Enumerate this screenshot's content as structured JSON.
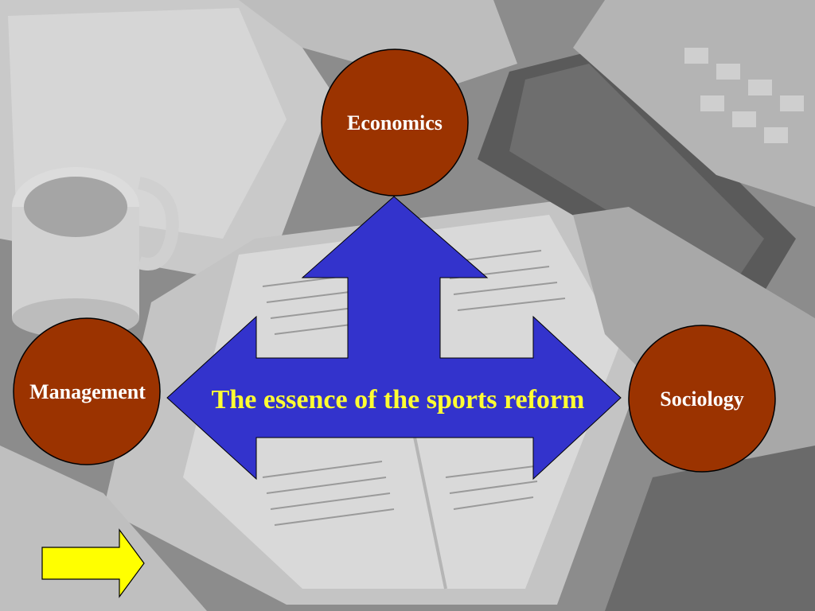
{
  "diagram": {
    "center_label": "The essence of the sports reform",
    "nodes": [
      {
        "id": "economics",
        "label": "Economics"
      },
      {
        "id": "management",
        "label": "Management"
      },
      {
        "id": "sociology",
        "label": "Sociology"
      }
    ],
    "colors": {
      "node_fill": "#9b3300",
      "arrow_fill": "#3333cc",
      "label_color": "#ffff33",
      "nav_arrow_fill": "#ffff00"
    }
  },
  "navigation": {
    "next_icon": "next-arrow-icon"
  }
}
